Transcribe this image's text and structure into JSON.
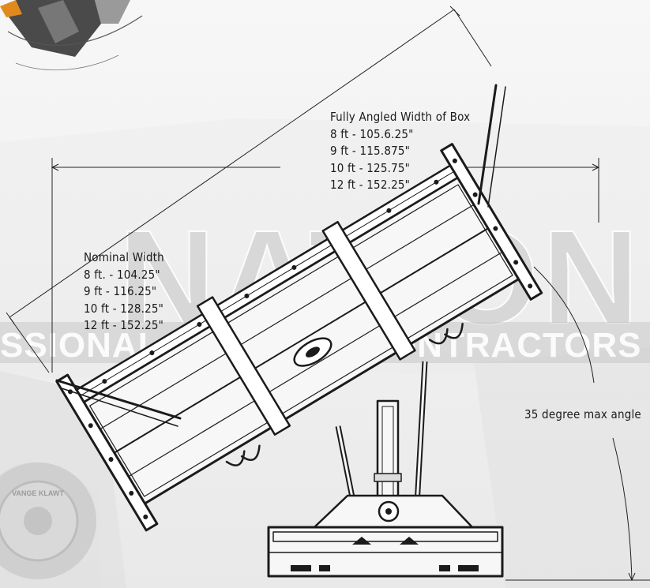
{
  "background_watermark": {
    "text_left": "NATION",
    "text_band": "SSIONAL GROUNDS CONTRACTORS"
  },
  "box_width": {
    "title": "Fully Angled Width of Box",
    "rows": [
      "8 ft - 105.6.25\"",
      "9 ft - 115.875\"",
      "10 ft - 125.75\"",
      "12 ft - 152.25\""
    ]
  },
  "nominal_width": {
    "title": "Nominal Width",
    "rows": [
      "8 ft. - 104.25\"",
      "9 ft - 116.25\"",
      "10 ft - 128.25\"",
      "12 ft - 152.25\""
    ]
  },
  "max_angle": {
    "label": "35 degree max angle"
  },
  "tire_brand": "VANGE KLAWT",
  "colors": {
    "line": "#1b1b1b",
    "watermark": "#cfcfcf",
    "background": "#f4f4f4"
  }
}
